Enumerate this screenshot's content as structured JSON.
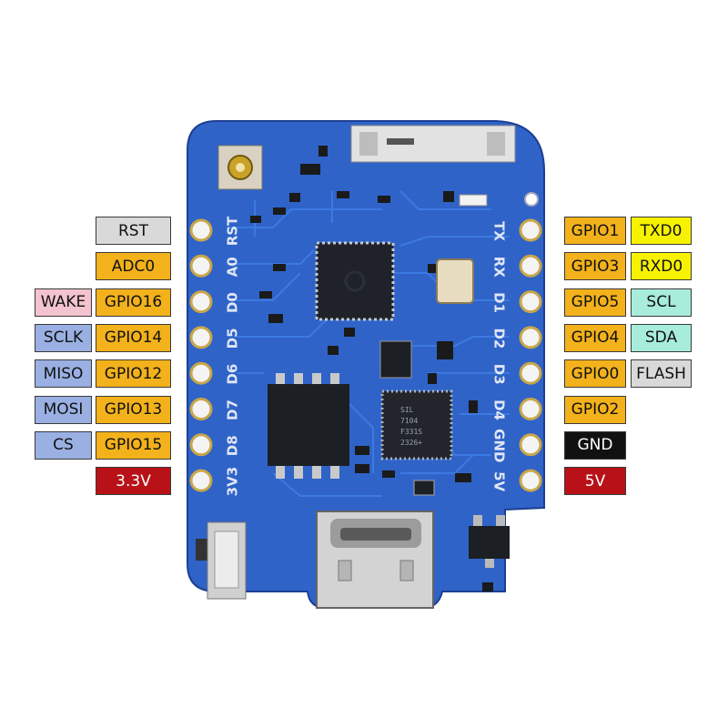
{
  "colors": {
    "board": "#2f63c8",
    "board_edge": "#1d3f93",
    "gpio": "#f3b21b",
    "uart": "#f6f200",
    "spi": "#9ab0e3",
    "wake": "#f3c3cf",
    "i2c": "#a8ecdc",
    "special": "#d9d9d9",
    "power": "#b81218",
    "ground": "#111111"
  },
  "left_pins": [
    {
      "name": "RST",
      "labels": [
        {
          "text": "RST",
          "kind": "special"
        }
      ]
    },
    {
      "name": "A0",
      "labels": [
        {
          "text": "ADC0",
          "kind": "gpio"
        }
      ]
    },
    {
      "name": "D0",
      "labels": [
        {
          "text": "GPIO16",
          "kind": "gpio"
        },
        {
          "text": "WAKE",
          "kind": "wake"
        }
      ]
    },
    {
      "name": "D5",
      "labels": [
        {
          "text": "GPIO14",
          "kind": "gpio"
        },
        {
          "text": "SCLK",
          "kind": "spi"
        }
      ]
    },
    {
      "name": "D6",
      "labels": [
        {
          "text": "GPIO12",
          "kind": "gpio"
        },
        {
          "text": "MISO",
          "kind": "spi"
        }
      ]
    },
    {
      "name": "D7",
      "labels": [
        {
          "text": "GPIO13",
          "kind": "gpio"
        },
        {
          "text": "MOSI",
          "kind": "spi"
        }
      ]
    },
    {
      "name": "D8",
      "labels": [
        {
          "text": "GPIO15",
          "kind": "gpio"
        },
        {
          "text": "CS",
          "kind": "spi"
        }
      ]
    },
    {
      "name": "3V3",
      "labels": [
        {
          "text": "3.3V",
          "kind": "power"
        }
      ]
    }
  ],
  "right_pins": [
    {
      "name": "TX",
      "labels": [
        {
          "text": "GPIO1",
          "kind": "gpio"
        },
        {
          "text": "TXD0",
          "kind": "uart"
        }
      ]
    },
    {
      "name": "RX",
      "labels": [
        {
          "text": "GPIO3",
          "kind": "gpio"
        },
        {
          "text": "RXD0",
          "kind": "uart"
        }
      ]
    },
    {
      "name": "D1",
      "labels": [
        {
          "text": "GPIO5",
          "kind": "gpio"
        },
        {
          "text": "SCL",
          "kind": "i2c"
        }
      ]
    },
    {
      "name": "D2",
      "labels": [
        {
          "text": "GPIO4",
          "kind": "gpio"
        },
        {
          "text": "SDA",
          "kind": "i2c"
        }
      ]
    },
    {
      "name": "D3",
      "labels": [
        {
          "text": "GPIO0",
          "kind": "gpio"
        },
        {
          "text": "FLASH",
          "kind": "special"
        }
      ]
    },
    {
      "name": "D4",
      "labels": [
        {
          "text": "GPIO2",
          "kind": "gpio"
        }
      ]
    },
    {
      "name": "GND",
      "labels": [
        {
          "text": "GND",
          "kind": "ground"
        }
      ]
    },
    {
      "name": "5V",
      "labels": [
        {
          "text": "5V",
          "kind": "power"
        }
      ]
    }
  ],
  "chips": {
    "usb_chip_text": [
      "SIL",
      "7104",
      "F331S",
      "2326+"
    ]
  }
}
